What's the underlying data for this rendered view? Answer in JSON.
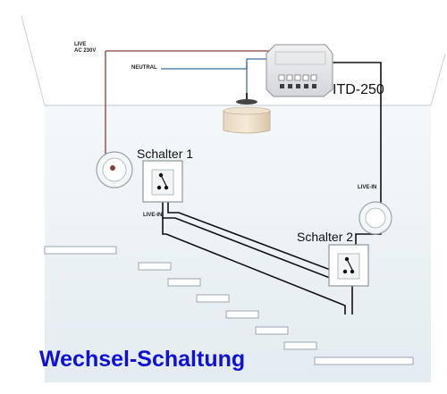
{
  "title": "Wechsel-Schaltung",
  "labels": {
    "live_ac_line1": "LIVE",
    "live_ac_line2": "AC 230V",
    "neutral": "NEUTRAL",
    "device": "ITD-250",
    "switch1": "Schalter 1",
    "switch2": "Schalter 2",
    "live_in_1": "LIVE-IN",
    "live_in_2": "LIVE-IN"
  },
  "colors": {
    "title": "#1010d8",
    "live_wire": "#8b3a3a",
    "neutral_wire": "#3b6fa8",
    "control_wire": "#111111",
    "floor": "#e9f0f4"
  }
}
